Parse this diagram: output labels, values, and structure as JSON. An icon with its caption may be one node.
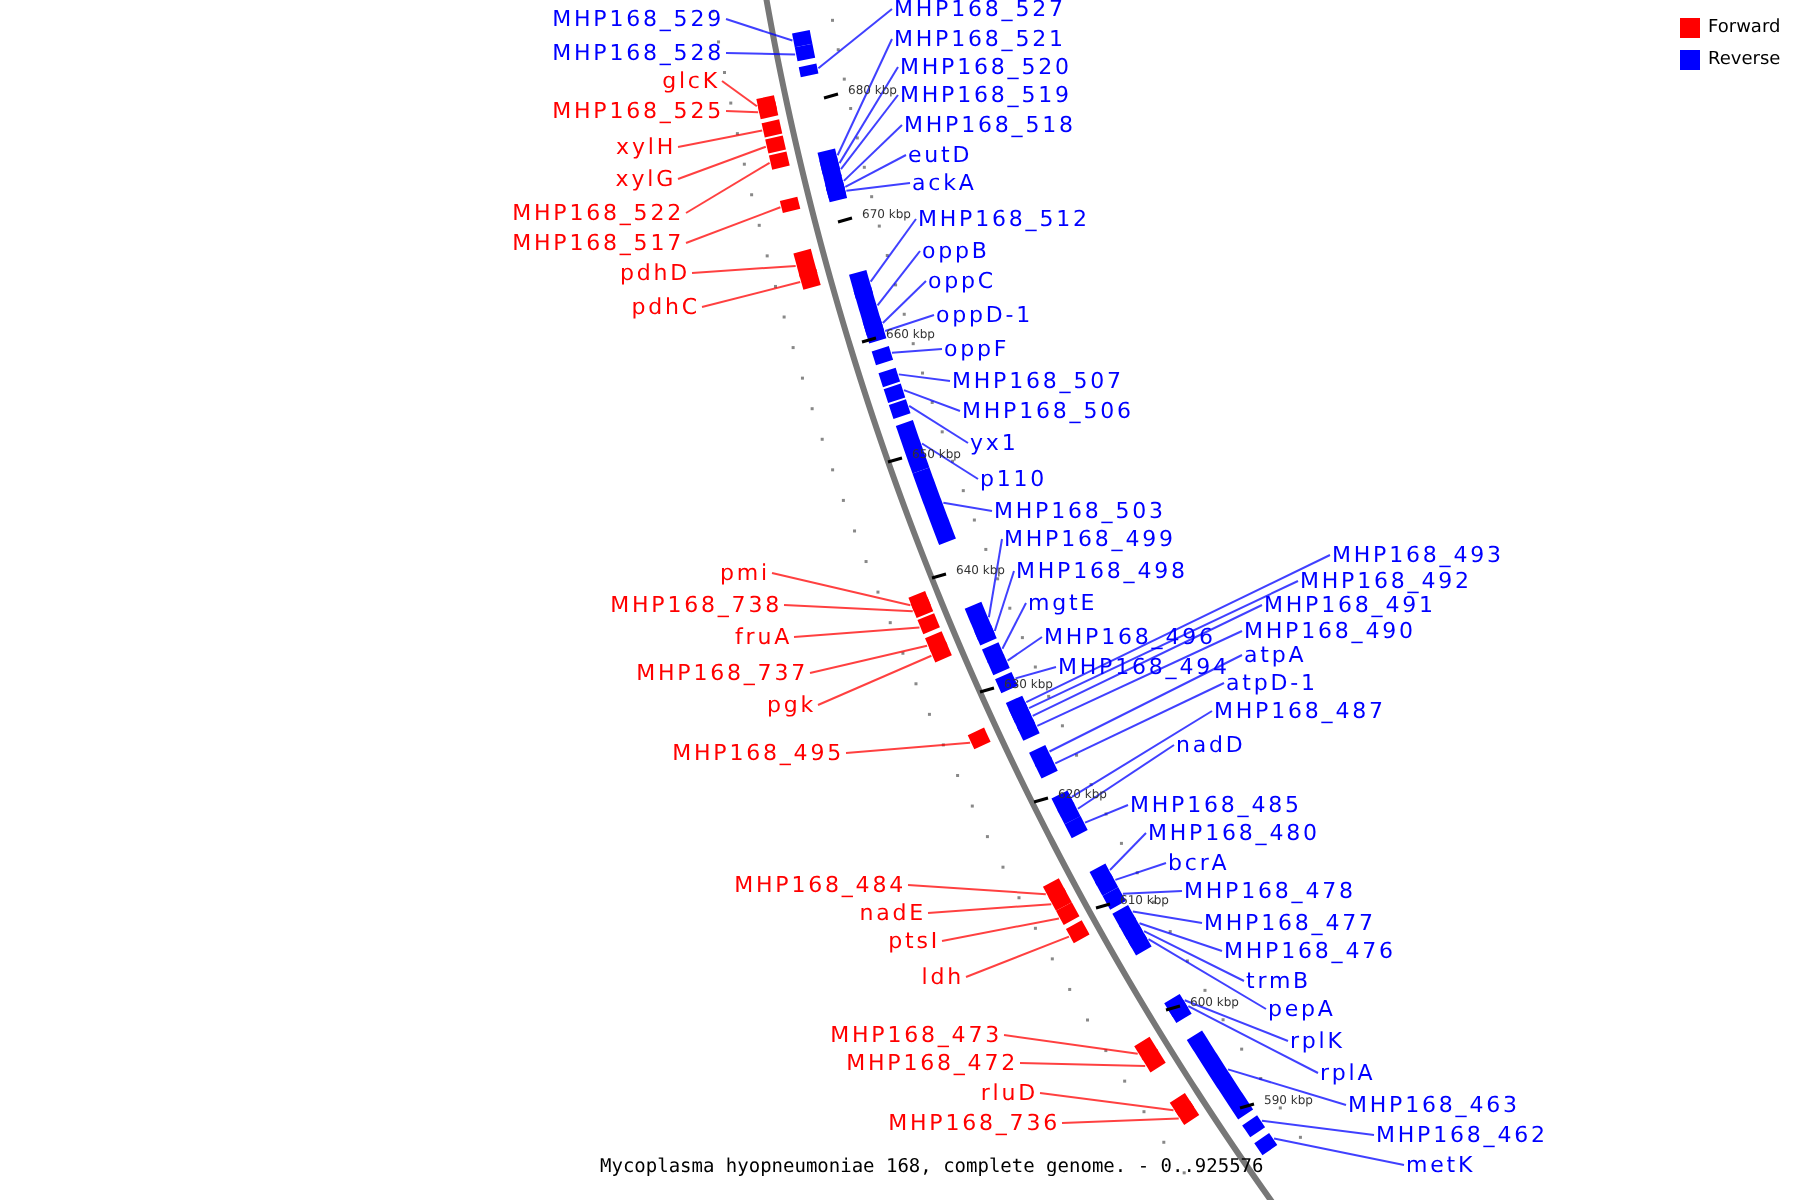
{
  "diagram": {
    "caption": "Mycoplasma hyopneumoniae 168, complete genome. - 0..925576",
    "nodes": [
      {
        "text": [
          "MHP168_529"
        ]
      },
      {
        "text": [
          "MHP168_528"
        ]
      },
      {
        "text": [
          "glcK"
        ]
      },
      {
        "text": [
          "MHP168_525"
        ]
      },
      {
        "text": [
          "xylH"
        ]
      },
      {
        "text": [
          "xylG"
        ]
      },
      {
        "text": [
          "MHP168_522"
        ]
      },
      {
        "text": [
          "MHP168_517"
        ]
      },
      {
        "text": [
          "pdhD"
        ]
      },
      {
        "text": [
          "pdhC"
        ]
      },
      {
        "text": [
          "pmi"
        ]
      },
      {
        "text": [
          "MHP168_738"
        ]
      },
      {
        "text": [
          "fruA"
        ]
      },
      {
        "text": [
          "MHP168_737"
        ]
      },
      {
        "text": [
          "pgk"
        ]
      },
      {
        "text": [
          "MHP168_495"
        ]
      },
      {
        "text": [
          "MHP168_484"
        ]
      },
      {
        "text": [
          "nadE"
        ]
      },
      {
        "text": [
          "ptsI"
        ]
      },
      {
        "text": [
          "ldh"
        ]
      },
      {
        "text": [
          "MHP168_473"
        ]
      },
      {
        "text": [
          "MHP168_472"
        ]
      },
      {
        "text": [
          "rluD"
        ]
      },
      {
        "text": [
          "MHP168_736"
        ]
      },
      {
        "text": [
          "MHP168_527"
        ]
      },
      {
        "text": [
          "MHP168_521"
        ]
      },
      {
        "text": [
          "MHP168_520"
        ]
      },
      {
        "text": [
          "MHP168_519"
        ]
      },
      {
        "text": [
          "MHP168_518"
        ]
      },
      {
        "text": [
          "eutD"
        ]
      },
      {
        "text": [
          "ackA"
        ]
      },
      {
        "text": [
          "MHP168_512"
        ]
      },
      {
        "text": [
          "oppB"
        ]
      },
      {
        "text": [
          "oppC"
        ]
      },
      {
        "text": [
          "oppD-1"
        ]
      },
      {
        "text": [
          "oppF"
        ]
      },
      {
        "text": [
          "MHP168_507"
        ]
      },
      {
        "text": [
          "MHP168_506"
        ]
      },
      {
        "text": [
          "yx1"
        ]
      },
      {
        "text": [
          "p110"
        ]
      },
      {
        "text": [
          "MHP168_503"
        ]
      },
      {
        "text": [
          "MHP168_499"
        ]
      },
      {
        "text": [
          "MHP168_498"
        ]
      },
      {
        "text": [
          "mgtE"
        ]
      },
      {
        "text": [
          "MHP168_496"
        ]
      },
      {
        "text": [
          "MHP168_494"
        ]
      },
      {
        "text": [
          "MHP168_493"
        ]
      },
      {
        "text": [
          "MHP168_492"
        ]
      },
      {
        "text": [
          "MHP168_491"
        ]
      },
      {
        "text": [
          "MHP168_490"
        ]
      },
      {
        "text": [
          "atpA"
        ]
      },
      {
        "text": [
          "atpD-1"
        ]
      },
      {
        "text": [
          "MHP168_487"
        ]
      },
      {
        "text": [
          "nadD"
        ]
      },
      {
        "text": [
          "MHP168_485"
        ]
      },
      {
        "text": [
          "MHP168_480"
        ]
      },
      {
        "text": [
          "bcrA"
        ]
      },
      {
        "text": [
          "MHP168_478"
        ]
      },
      {
        "text": [
          "MHP168_477"
        ]
      },
      {
        "text": [
          "MHP168_476"
        ]
      },
      {
        "text": [
          "trmB"
        ]
      },
      {
        "text": [
          "pepA"
        ]
      },
      {
        "text": [
          "rplK"
        ]
      },
      {
        "text": [
          "rplA"
        ]
      },
      {
        "text": [
          "MHP168_463"
        ]
      },
      {
        "text": [
          "MHP168_462"
        ]
      },
      {
        "text": [
          "metK"
        ]
      },
      {
        "text": [],
        "shape": "bar"
      },
      {
        "text": [],
        "shape": "bar"
      },
      {
        "text": [],
        "shape": "bar"
      },
      {
        "text": [],
        "shape": "bar"
      },
      {
        "text": [],
        "shape": "bar"
      },
      {
        "text": [],
        "shape": "bar"
      },
      {
        "text": [],
        "shape": "bar"
      },
      {
        "text": [],
        "shape": "bar"
      },
      {
        "text": [],
        "shape": "bar"
      },
      {
        "text": [],
        "shape": "bar"
      },
      {
        "text": [],
        "shape": "bar"
      },
      {
        "text": [],
        "shape": "bar"
      },
      {
        "text": [],
        "shape": "bar"
      },
      {
        "text": [],
        "shape": "bar"
      },
      {
        "text": [],
        "shape": "bar"
      },
      {
        "text": [],
        "shape": "bar"
      },
      {
        "text": [],
        "shape": "bar"
      },
      {
        "text": [],
        "shape": "bar"
      },
      {
        "text": [],
        "shape": "bar"
      },
      {
        "text": [],
        "shape": "bar"
      },
      {
        "text": [],
        "shape": "bar"
      },
      {
        "text": [],
        "shape": "bar"
      },
      {
        "text": [],
        "shape": "bar"
      },
      {
        "text": [],
        "shape": "bar"
      },
      {
        "text": [],
        "shape": "bar"
      },
      {
        "text": [],
        "shape": "bar"
      },
      {
        "text": [],
        "shape": "bar"
      },
      {
        "text": [],
        "shape": "bar"
      },
      {
        "text": [],
        "shape": "bar"
      },
      {
        "text": [],
        "shape": "bar"
      },
      {
        "text": [],
        "shape": "bar"
      },
      {
        "text": [],
        "shape": "bar"
      },
      {
        "text": [],
        "shape": "bar"
      },
      {
        "text": [],
        "shape": "bar"
      },
      {
        "text": [],
        "shape": "bar"
      },
      {
        "text": [],
        "shape": "bar"
      },
      {
        "text": [],
        "shape": "bar"
      },
      {
        "text": [],
        "shape": "bar"
      },
      {
        "text": [],
        "shape": "bar"
      },
      {
        "text": [],
        "shape": "bar"
      },
      {
        "text": [],
        "shape": "bar"
      },
      {
        "text": [],
        "shape": "bar"
      },
      {
        "text": [],
        "shape": "bar"
      },
      {
        "text": [],
        "shape": "bar"
      },
      {
        "text": [],
        "shape": "bar"
      },
      {
        "text": [],
        "shape": "bar"
      },
      {
        "text": [],
        "shape": "bar"
      },
      {
        "text": [],
        "shape": "bar"
      },
      {
        "text": [],
        "shape": "bar"
      },
      {
        "text": [],
        "shape": "bar"
      },
      {
        "text": [],
        "shape": "bar"
      },
      {
        "text": [],
        "shape": "bar"
      },
      {
        "text": [],
        "shape": "bar"
      },
      {
        "text": [],
        "shape": "bar"
      },
      {
        "text": [],
        "shape": "bar"
      },
      {
        "text": [],
        "shape": "bar"
      },
      {
        "text": [],
        "shape": "bar"
      },
      {
        "text": [],
        "shape": "bar"
      },
      {
        "text": [],
        "shape": "bar"
      },
      {
        "text": [],
        "shape": "bar"
      },
      {
        "text": [],
        "shape": "bar"
      },
      {
        "text": [],
        "shape": "bar"
      },
      {
        "text": [],
        "shape": "bar"
      },
      {
        "text": [],
        "shape": "bar"
      },
      {
        "text": [],
        "shape": "bar"
      },
      {
        "text": [],
        "shape": "bar"
      },
      {
        "text": [],
        "shape": "bar"
      }
    ],
    "edges": [
      {
        "from": 0,
        "to": 67,
        "arrow": "none"
      },
      {
        "from": 1,
        "to": 68,
        "arrow": "none"
      },
      {
        "from": 2,
        "to": 70,
        "arrow": "none",
        "color": "#ff0000"
      },
      {
        "from": 3,
        "to": 71,
        "arrow": "none",
        "color": "#ff0000"
      },
      {
        "from": 4,
        "to": 72,
        "arrow": "none",
        "color": "#ff0000"
      },
      {
        "from": 5,
        "to": 73,
        "arrow": "none",
        "color": "#ff0000"
      },
      {
        "from": 6,
        "to": 74,
        "arrow": "none",
        "color": "#ff0000"
      },
      {
        "from": 7,
        "to": 80,
        "arrow": "none",
        "color": "#ff0000"
      },
      {
        "from": 8,
        "to": 82,
        "arrow": "none",
        "color": "#ff0000"
      },
      {
        "from": 9,
        "to": 83,
        "arrow": "none",
        "color": "#ff0000"
      },
      {
        "from": 10,
        "to": 94,
        "arrow": "none",
        "color": "#ff0000"
      },
      {
        "from": 11,
        "to": 95,
        "arrow": "none",
        "color": "#ff0000"
      },
      {
        "from": 12,
        "to": 96,
        "arrow": "none",
        "color": "#ff0000"
      },
      {
        "from": 13,
        "to": 98,
        "arrow": "none",
        "color": "#ff0000"
      },
      {
        "from": 14,
        "to": 99,
        "arrow": "none",
        "color": "#ff0000"
      },
      {
        "from": 15,
        "to": 106,
        "arrow": "none",
        "color": "#ff0000"
      },
      {
        "from": 16,
        "to": 114,
        "arrow": "none",
        "color": "#ff0000"
      },
      {
        "from": 17,
        "to": 116,
        "arrow": "none",
        "color": "#ff0000"
      },
      {
        "from": 18,
        "to": 118,
        "arrow": "none",
        "color": "#ff0000"
      },
      {
        "from": 19,
        "to": 120,
        "arrow": "none",
        "color": "#ff0000"
      },
      {
        "from": 20,
        "to": 127,
        "arrow": "none",
        "color": "#ff0000"
      },
      {
        "from": 21,
        "to": 128,
        "arrow": "none",
        "color": "#ff0000"
      },
      {
        "from": 22,
        "to": 130,
        "arrow": "none",
        "color": "#ff0000"
      },
      {
        "from": 23,
        "to": 131,
        "arrow": "none",
        "color": "#ff0000"
      },
      {
        "from": 24,
        "to": 69,
        "arrow": "none"
      },
      {
        "from": 25,
        "to": 75,
        "arrow": "none"
      },
      {
        "from": 26,
        "to": 76,
        "arrow": "none"
      },
      {
        "from": 27,
        "to": 77,
        "arrow": "none"
      },
      {
        "from": 28,
        "to": 78,
        "arrow": "none"
      },
      {
        "from": 29,
        "to": 79,
        "arrow": "none"
      },
      {
        "from": 30,
        "to": 81,
        "arrow": "none"
      },
      {
        "from": 31,
        "to": 84,
        "arrow": "none"
      },
      {
        "from": 32,
        "to": 85,
        "arrow": "none"
      },
      {
        "from": 33,
        "to": 86,
        "arrow": "none"
      },
      {
        "from": 34,
        "to": 87,
        "arrow": "none"
      },
      {
        "from": 35,
        "to": 88,
        "arrow": "none"
      },
      {
        "from": 36,
        "to": 89,
        "arrow": "none"
      },
      {
        "from": 37,
        "to": 90,
        "arrow": "none"
      },
      {
        "from": 38,
        "to": 91,
        "arrow": "none"
      },
      {
        "from": 39,
        "to": 92,
        "arrow": "none"
      },
      {
        "from": 40,
        "to": 93,
        "arrow": "none"
      },
      {
        "from": 41,
        "to": 97,
        "arrow": "none"
      },
      {
        "from": 42,
        "to": 100,
        "arrow": "none"
      },
      {
        "from": 43,
        "to": 101,
        "arrow": "none"
      },
      {
        "from": 44,
        "to": 102,
        "arrow": "none"
      },
      {
        "from": 45,
        "to": 103,
        "arrow": "none"
      },
      {
        "from": 46,
        "to": 104,
        "arrow": "none"
      },
      {
        "from": 47,
        "to": 105,
        "arrow": "none"
      },
      {
        "from": 48,
        "to": 107,
        "arrow": "none"
      },
      {
        "from": 49,
        "to": 108,
        "arrow": "none"
      },
      {
        "from": 50,
        "to": 109,
        "arrow": "none"
      },
      {
        "from": 51,
        "to": 110,
        "arrow": "none"
      },
      {
        "from": 52,
        "to": 111,
        "arrow": "none"
      },
      {
        "from": 53,
        "to": 112,
        "arrow": "none"
      },
      {
        "from": 54,
        "to": 113,
        "arrow": "none"
      },
      {
        "from": 55,
        "to": 115,
        "arrow": "none"
      },
      {
        "from": 56,
        "to": 117,
        "arrow": "none"
      },
      {
        "from": 57,
        "to": 119,
        "arrow": "none"
      },
      {
        "from": 58,
        "to": 121,
        "arrow": "none"
      },
      {
        "from": 59,
        "to": 122,
        "arrow": "none"
      },
      {
        "from": 60,
        "to": 123,
        "arrow": "none"
      },
      {
        "from": 61,
        "to": 124,
        "arrow": "none"
      },
      {
        "from": 62,
        "to": 125,
        "arrow": "none"
      },
      {
        "from": 63,
        "to": 126,
        "arrow": "none"
      },
      {
        "from": 64,
        "to": 129,
        "arrow": "none"
      },
      {
        "from": 65,
        "to": 132,
        "arrow": "none"
      },
      {
        "from": 66,
        "to": 133,
        "arrow": "none"
      }
    ],
    "labels": [
      "680 kbp",
      "670 kbp",
      "660 kbp",
      "650 kbp",
      "640 kbp",
      "630 kbp",
      "620 kbp",
      "610 kbp",
      "600 kbp",
      "590 kbp"
    ],
    "legend": [
      {
        "text": "Forward",
        "color": "#ff0000"
      },
      {
        "text": "Reverse",
        "color": "#0000ff"
      }
    ]
  }
}
